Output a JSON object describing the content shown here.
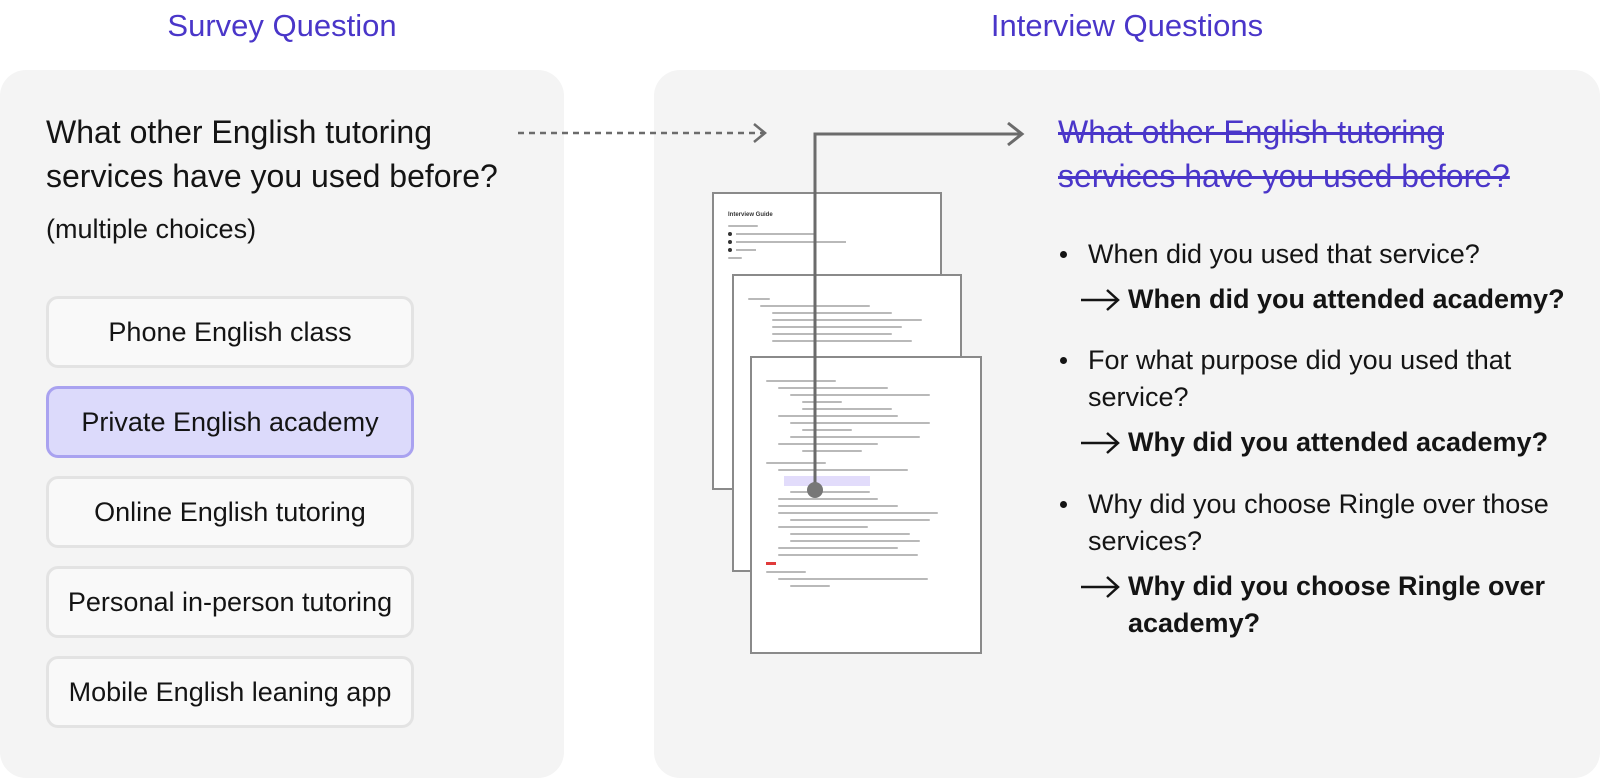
{
  "titles": {
    "survey": "Survey Question",
    "interview": "Interview Questions"
  },
  "survey": {
    "question": "What other English tutoring services have you used before?",
    "note": "(multiple choices)",
    "choices": [
      {
        "label": "Phone English class",
        "selected": false
      },
      {
        "label": "Private English academy",
        "selected": true
      },
      {
        "label": "Online English tutoring",
        "selected": false
      },
      {
        "label": "Personal in-person tutoring",
        "selected": false
      },
      {
        "label": "Mobile English leaning app",
        "selected": false
      }
    ]
  },
  "interview": {
    "struck_question": "What other English tutoring services have you used before?",
    "items": [
      {
        "question": "When did you used that service?",
        "followup": "When did you attended academy?"
      },
      {
        "question": "For what purpose did you used that service?",
        "followup": "Why did you attended academy?"
      },
      {
        "question": "Why did you choose Ringle over those services?",
        "followup": "Why did you choose Ringle over academy?"
      }
    ]
  },
  "document": {
    "heading": "Interview Guide"
  },
  "colors": {
    "accent": "#4A36C9",
    "selected_fill": "#dcdafb",
    "selected_border": "#a9a2f0",
    "panel": "#f4f4f4"
  }
}
